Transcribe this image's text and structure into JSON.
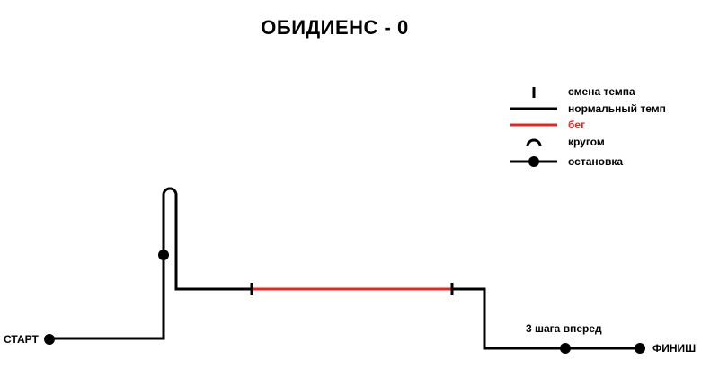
{
  "title": "ОБИДИЕНС - 0",
  "colors": {
    "line": "#000000",
    "run": "#e8261f",
    "background": "#ffffff"
  },
  "legend": {
    "pace_change": "смена темпа",
    "normal_pace": "нормальный темп",
    "run": "бег",
    "turn_around": "кругом",
    "stop": "остановка"
  },
  "route": {
    "start_label": "СТАРТ",
    "finish_label": "ФИНИШ",
    "steps_forward_label": "3 шага вперед"
  }
}
